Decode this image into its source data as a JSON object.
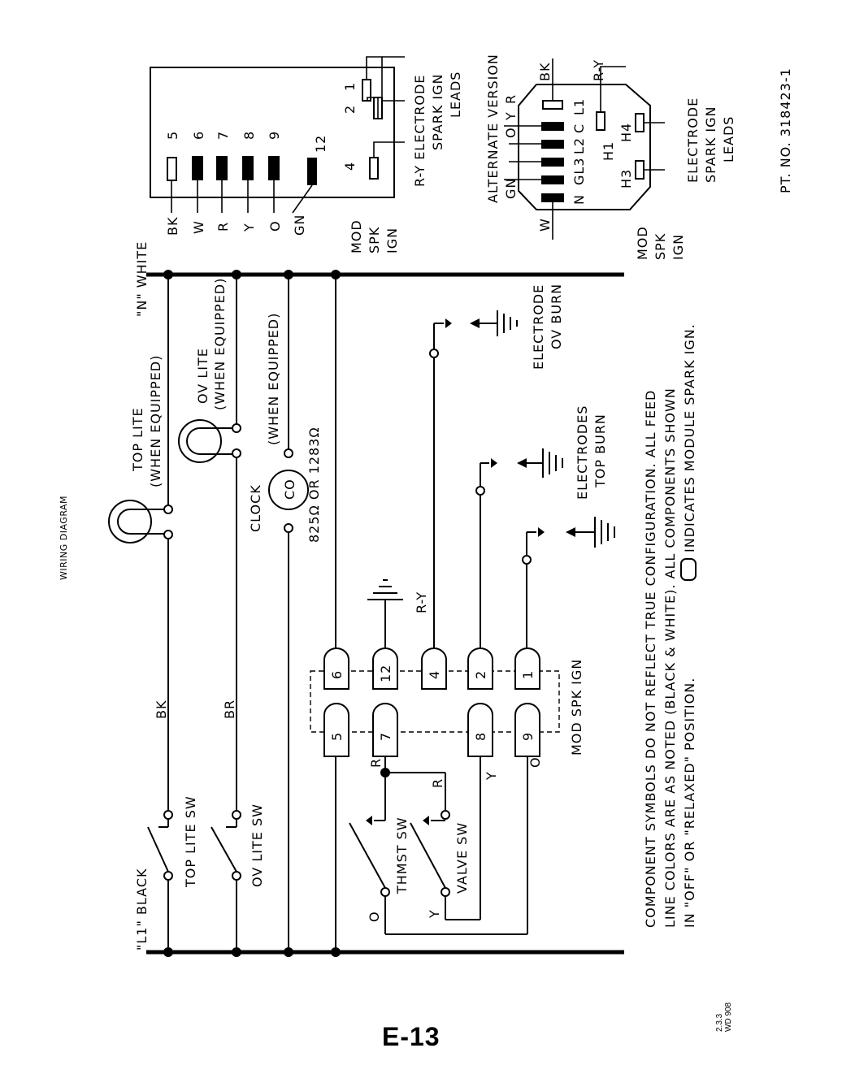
{
  "header": {
    "title": "WIRING DIAGRAM"
  },
  "footer": {
    "page_label": "E-13",
    "code_line1": "2.3.3",
    "code_line2": "WD 908",
    "part_number": "PT. NO. 318423-1"
  },
  "lines": {
    "l1": "\"L1\" BLACK",
    "n": "\"N\" WHITE"
  },
  "switches": {
    "top_lite_sw": "TOP LITE SW",
    "ov_lite_sw": "OV LITE SW",
    "thmst_sw": "THMST SW",
    "valve_sw": "VALVE SW"
  },
  "wire_labels": {
    "bk": "BK",
    "br": "BR",
    "r": "R",
    "y": "Y",
    "o": "O",
    "r_y": "R-Y",
    "w": "W",
    "gn": "GN"
  },
  "loads": {
    "top_lite": "TOP LITE",
    "top_lite_note": "(WHEN EQUIPPED)",
    "ov_lite": "OV LITE",
    "ov_lite_note": "(WHEN EQUIPPED)",
    "clock": "CLOCK",
    "clock_note": "(WHEN EQUIPPED)",
    "clock_res": "825Ω OR 1283Ω",
    "clock_symbol": "CO"
  },
  "electrodes": {
    "ov_burn_1": "ELECTRODE",
    "ov_burn_2": "OV BURN",
    "top_burn_1": "ELECTRODES",
    "top_burn_2": "TOP BURN"
  },
  "module": {
    "label": "MOD SPK IGN",
    "terminals": [
      "5",
      "6",
      "7",
      "8",
      "9",
      "12",
      "1",
      "2",
      "4"
    ],
    "pins": [
      "5",
      "6",
      "7",
      "8",
      "9",
      "12"
    ],
    "pin_wires": [
      "BK",
      "W",
      "R",
      "Y",
      "O",
      "GN"
    ],
    "spark_pins": [
      "1",
      "2",
      "4"
    ],
    "label_lines": [
      "MOD",
      "SPK",
      "IGN"
    ],
    "electrode_leads": [
      "R-Y ELECTRODE",
      "SPARK IGN",
      "LEADS"
    ]
  },
  "alternate": {
    "title": "ALTERNATE VERSION",
    "left_wires": [
      "GN",
      "O",
      "Y",
      "R"
    ],
    "pin_labels": [
      "N",
      "GL3",
      "L2",
      "C",
      "L1"
    ],
    "top_wires": [
      "BK",
      "R-Y"
    ],
    "hi_labels": [
      "H1",
      "H4",
      "H3"
    ],
    "bottom_wire": "W",
    "label_lines": [
      "MOD",
      "SPK",
      "IGN"
    ],
    "electrode_leads": [
      "ELECTRODE",
      "SPARK IGN",
      "LEADS"
    ]
  },
  "notes": {
    "line1": "COMPONENT SYMBOLS DO NOT REFLECT TRUE CONFIGURATION.  ALL FEED",
    "line2": "LINE COLORS ARE AS NOTED (BLACK & WHITE).  ALL COMPONENTS SHOWN",
    "line3a": "IN \"OFF\" OR \"RELAXED\" POSITION.",
    "line3b": "INDICATES MODULE SPARK IGN."
  }
}
